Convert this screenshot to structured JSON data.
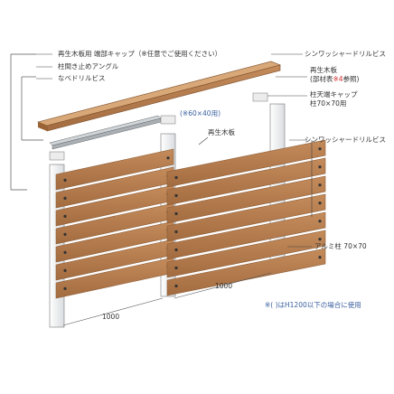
{
  "labels": {
    "end_cap": "再生木板用 端部キャップ（※任意でご使用ください）",
    "angle": "柱間き止めアングル",
    "nabe_screw": "なべドリルビス",
    "screw_top": "シンワッシャードリルビス",
    "board_top_line1": "再生木板",
    "board_top_line2_pre": "(部材表",
    "board_top_line2_red": "※4",
    "board_top_line2_post": "参照)",
    "post_cap_line1": "柱天端キャップ",
    "post_cap_line2": "柱70×70用",
    "small_cap": "(※60×40用)",
    "board_mid": "再生木板",
    "screw_mid": "シンワッシャードリルビス",
    "post": "アルミ柱 70×70",
    "span_right": "1000",
    "span_left": "1000",
    "note": "※( )はH1200以下の場合に使用"
  },
  "colors": {
    "wood": "#b37a4c",
    "wood_dark": "#8a5a33",
    "aluminum": "#e8ebed",
    "label_blue": "#3a5fa0",
    "leader": "#444444"
  }
}
